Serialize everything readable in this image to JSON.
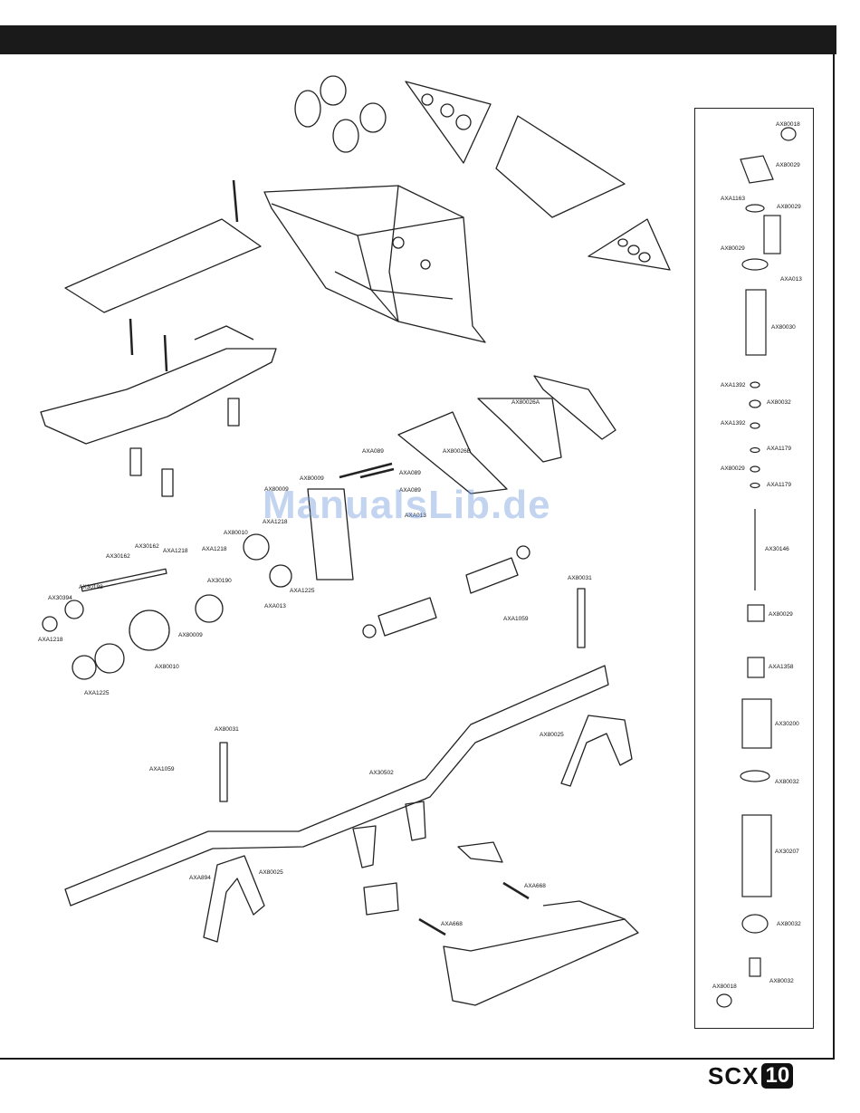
{
  "watermark": "ManualsLib.de",
  "brand": {
    "text": "SCX",
    "boxed": "10"
  },
  "legend_labels": [
    "AX80018",
    "AX80029",
    "AXA1163",
    "AX80029",
    "AX80029",
    "AXA013",
    "AX80030",
    "AXA1392",
    "AX80032",
    "AXA1392",
    "AXA1179",
    "AX80029",
    "AXA1179",
    "AX30146",
    "AX80029",
    "AXA1358",
    "AX30200",
    "AX80032",
    "AX30207",
    "AX80032",
    "AX80018",
    "AX80032"
  ],
  "diagram_labels": [
    "AX80026A",
    "AXA089",
    "AX80026B",
    "AXA089",
    "AX80009",
    "AXA089",
    "AX80009",
    "AXA1218",
    "AXA013",
    "AX80010",
    "AXA1218",
    "AX30162",
    "AXA1218",
    "AX30162",
    "AX30190",
    "AXA1225",
    "AX30198",
    "AX30394",
    "AXA013",
    "AX80031",
    "AXA1218",
    "AX80009",
    "AXA1059",
    "AX80010",
    "AXA1225",
    "AX80031",
    "AX80025",
    "AXA1059",
    "AX30502",
    "AXA894",
    "AX80025",
    "AXA668",
    "AXA668"
  ]
}
